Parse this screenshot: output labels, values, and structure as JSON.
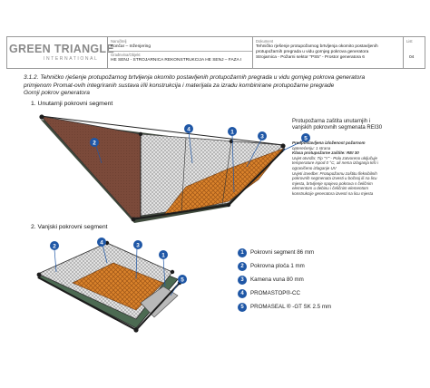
{
  "header": {
    "logo_main": "GREEN TRIANGLE",
    "logo_sub": "INTERNATIONAL",
    "c1_label": "Naručitelj",
    "c1_value": "Končar – Inženjering",
    "c1_label2": "Građevina/Objekt",
    "c1_value2": "HE SENJ - STROJARNICA REKONSTRUKCIJA HE SENJ – FAZA I",
    "c2_label": "Dokument",
    "c2_lines": [
      "Tehničko rješenje protupožarnog brtvljenja okomito postavljenih",
      "protupožarnih pregrada u vidu gornjeg pokrova generatora",
      "Strojarnica - Požarni sektor \"PS5\" - Prostor generatora 6"
    ],
    "c3_label": "List",
    "c3_value": "04"
  },
  "section": {
    "lines": [
      "3.1.2. Tehničko rješenje protupožarnog brtvljenja okomito postavljenih protupožarnih pregrada u vidu gornjeg pokrova generatora",
      "primjenom  Promat-ovih integriranih sustava i/ili konstrukcija i materijala za izradu kombinirane protupožarne pregrade",
      "Gornji pokrov generatora"
    ],
    "sub1": "1.   Unutarnji pokrovni segment",
    "sub2": "2.  Vanjski pokrovni segment"
  },
  "right_info": {
    "title_lines": [
      "Protupožarna zaštita unutarnjih i",
      "vanjskih pokrovnih segmenata REI30"
    ],
    "spec_lines": [
      "Predpostavljena izloženost požarnom",
      "opterećenju: 1 strana",
      "Klasa protupožarne zaštite: REI 30",
      "Uvjet otvrdla: Tip \"Y\" - Polu zatvoreno uključuje",
      "temperature ispod 0 °C, ali nema izlaganja kiši i",
      "ograničeno izlaganje UV",
      "Uvjeti izvedbe: Protupožarnu zaštitu fleksibilnih",
      "pokrovnih segmenata izvesti u bočnoj ili na licu",
      "mjesta, brtvljenje spojeva pokrova s čeličnim",
      "elementom u debinu i čeličnim elementom",
      "konstrukcije generatora izvesti na licu mjesta"
    ]
  },
  "badges_top": [
    "1",
    "2",
    "3",
    "4",
    "5"
  ],
  "badges_bottom": [
    "1",
    "2",
    "3",
    "4",
    "5"
  ],
  "legend": [
    {
      "num": "1",
      "text": "Pokrovni segment 86 mm"
    },
    {
      "num": "2",
      "text": "Pokrovna ploča 1 mm"
    },
    {
      "num": "3",
      "text": "Kamena vuna 80 mm"
    },
    {
      "num": "4",
      "text": "PROMASTOP®-CC"
    },
    {
      "num": "5",
      "text": "PROMASEAL ® -GT SK   2.5 mm"
    }
  ],
  "colors": {
    "badge_blue": "#1f57a6",
    "panel_brown": "#7b4a3a",
    "panel_orange": "#d27a28",
    "panel_green": "#4c6a52",
    "mesh_gray": "#cfcfcf"
  }
}
